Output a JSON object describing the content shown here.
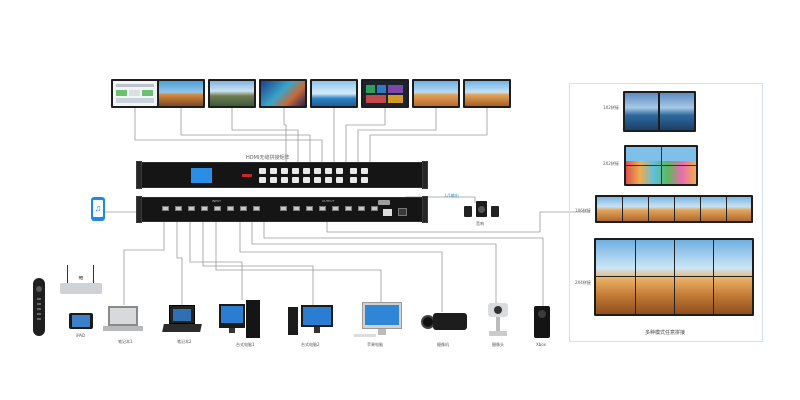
{
  "matrix_title": "HDMI无缝拼接矩阵",
  "inputs_label": "INPUT",
  "outputs_label": "OUTPUT",
  "audio_out_label": "L/L输出",
  "speaker_label": "音响",
  "right_panel": {
    "caption": "多种模式任意拼接",
    "modes": [
      {
        "label": "1X2拼接"
      },
      {
        "label": "2X2拼接"
      },
      {
        "label": "1X6拼接"
      },
      {
        "label": "2X4拼接"
      }
    ]
  },
  "sources": [
    {
      "label": "iPAD"
    },
    {
      "label": "笔记本1"
    },
    {
      "label": "笔记本2"
    },
    {
      "label": "台式电脑1"
    },
    {
      "label": "台式电脑2"
    },
    {
      "label": "苹果电脑"
    },
    {
      "label": "摄像机"
    },
    {
      "label": "摄像头"
    },
    {
      "label": "Xbox"
    }
  ],
  "colors": {
    "line": "#8f8f8f",
    "accent": "#1e88e5",
    "panel_border": "#cfe3ee",
    "device_dark": "#1a1a1a"
  },
  "icons": [
    "remote-icon",
    "wifi-router-icon",
    "tablet-icon",
    "phone-music-icon",
    "speaker-icon"
  ]
}
